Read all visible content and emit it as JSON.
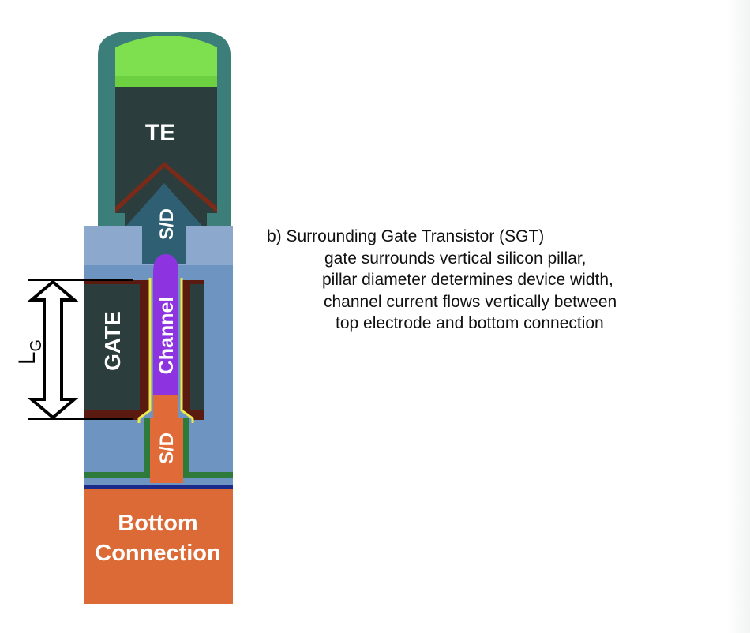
{
  "figure": {
    "labels": {
      "top_electrode": "TE",
      "source_drain_top": "S/D",
      "gate": "GATE",
      "channel": "Channel",
      "source_drain_bottom": "S/D",
      "bottom_line1": "Bottom",
      "bottom_line2": "Connection",
      "gate_length_main": "L",
      "gate_length_sub": "G"
    },
    "colors": {
      "te_cap": "#7ee04f",
      "te_body": "#2b3d3c",
      "te_liner": "#3c7e7a",
      "oxide": "#6e95c2",
      "dielectric_light": "#8ca8cc",
      "gate_body": "#2b3d3c",
      "gate_liner": "#5a1a10",
      "channel": "#8d34e0",
      "sd_region": "#e06a38",
      "bottom_connection": "#dc6a36",
      "spacer_green": "#2e7a3a",
      "interface_yellow": "#f0e84a"
    }
  },
  "description": {
    "heading": "b)  Surrounding Gate Transistor (SGT)",
    "lines": [
      "gate surrounds vertical silicon pillar,",
      "pillar diameter determines device width,",
      "channel current flows vertically between",
      "top electrode and bottom connection"
    ]
  }
}
